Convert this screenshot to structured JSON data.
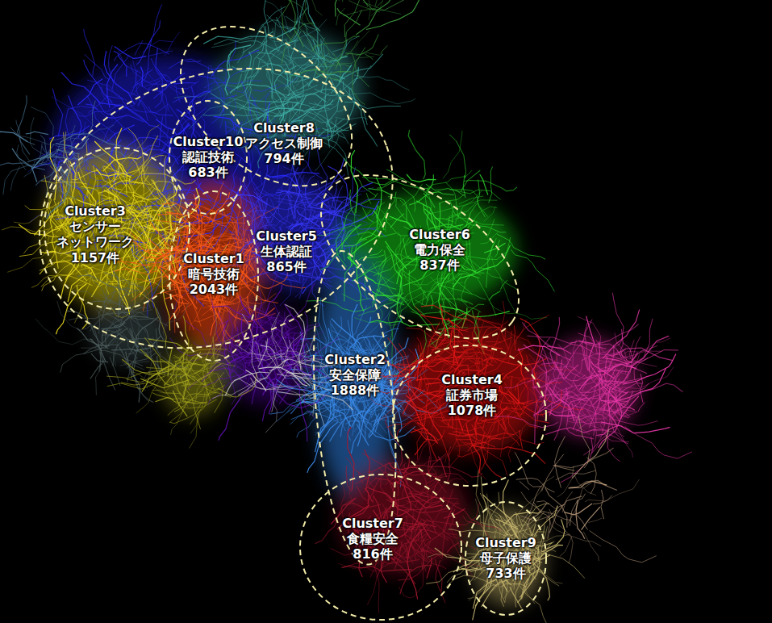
{
  "diagram": {
    "nodes": [
      {
        "text": [
          "Cluster5",
          "生体認証",
          "865件"
        ]
      },
      {
        "text": [
          "Cluster10",
          "認証技術",
          "683件"
        ],
        "in": 0
      },
      {
        "text": [
          "Cluster3",
          "センサー ネットワーク",
          "1157件"
        ],
        "in": 0
      },
      {
        "text": [
          "Cluster1",
          "暗号技術",
          "2043件"
        ],
        "in": 0
      },
      {
        "text": [
          "Cluster8",
          "アクセス制御",
          "794件"
        ]
      },
      {
        "text": [
          "Cluster6",
          "電力保全",
          "837件"
        ]
      },
      {
        "text": [
          "Cluster2",
          "安全保障",
          "1888件"
        ]
      },
      {
        "text": [
          "Cluster4",
          "証券市場",
          "1078件"
        ]
      },
      {
        "text": [
          "Cluster7",
          "食糧安全",
          "816件"
        ]
      },
      {
        "text": [
          "Cluster9",
          "母子保護",
          "733件"
        ]
      }
    ]
  }
}
